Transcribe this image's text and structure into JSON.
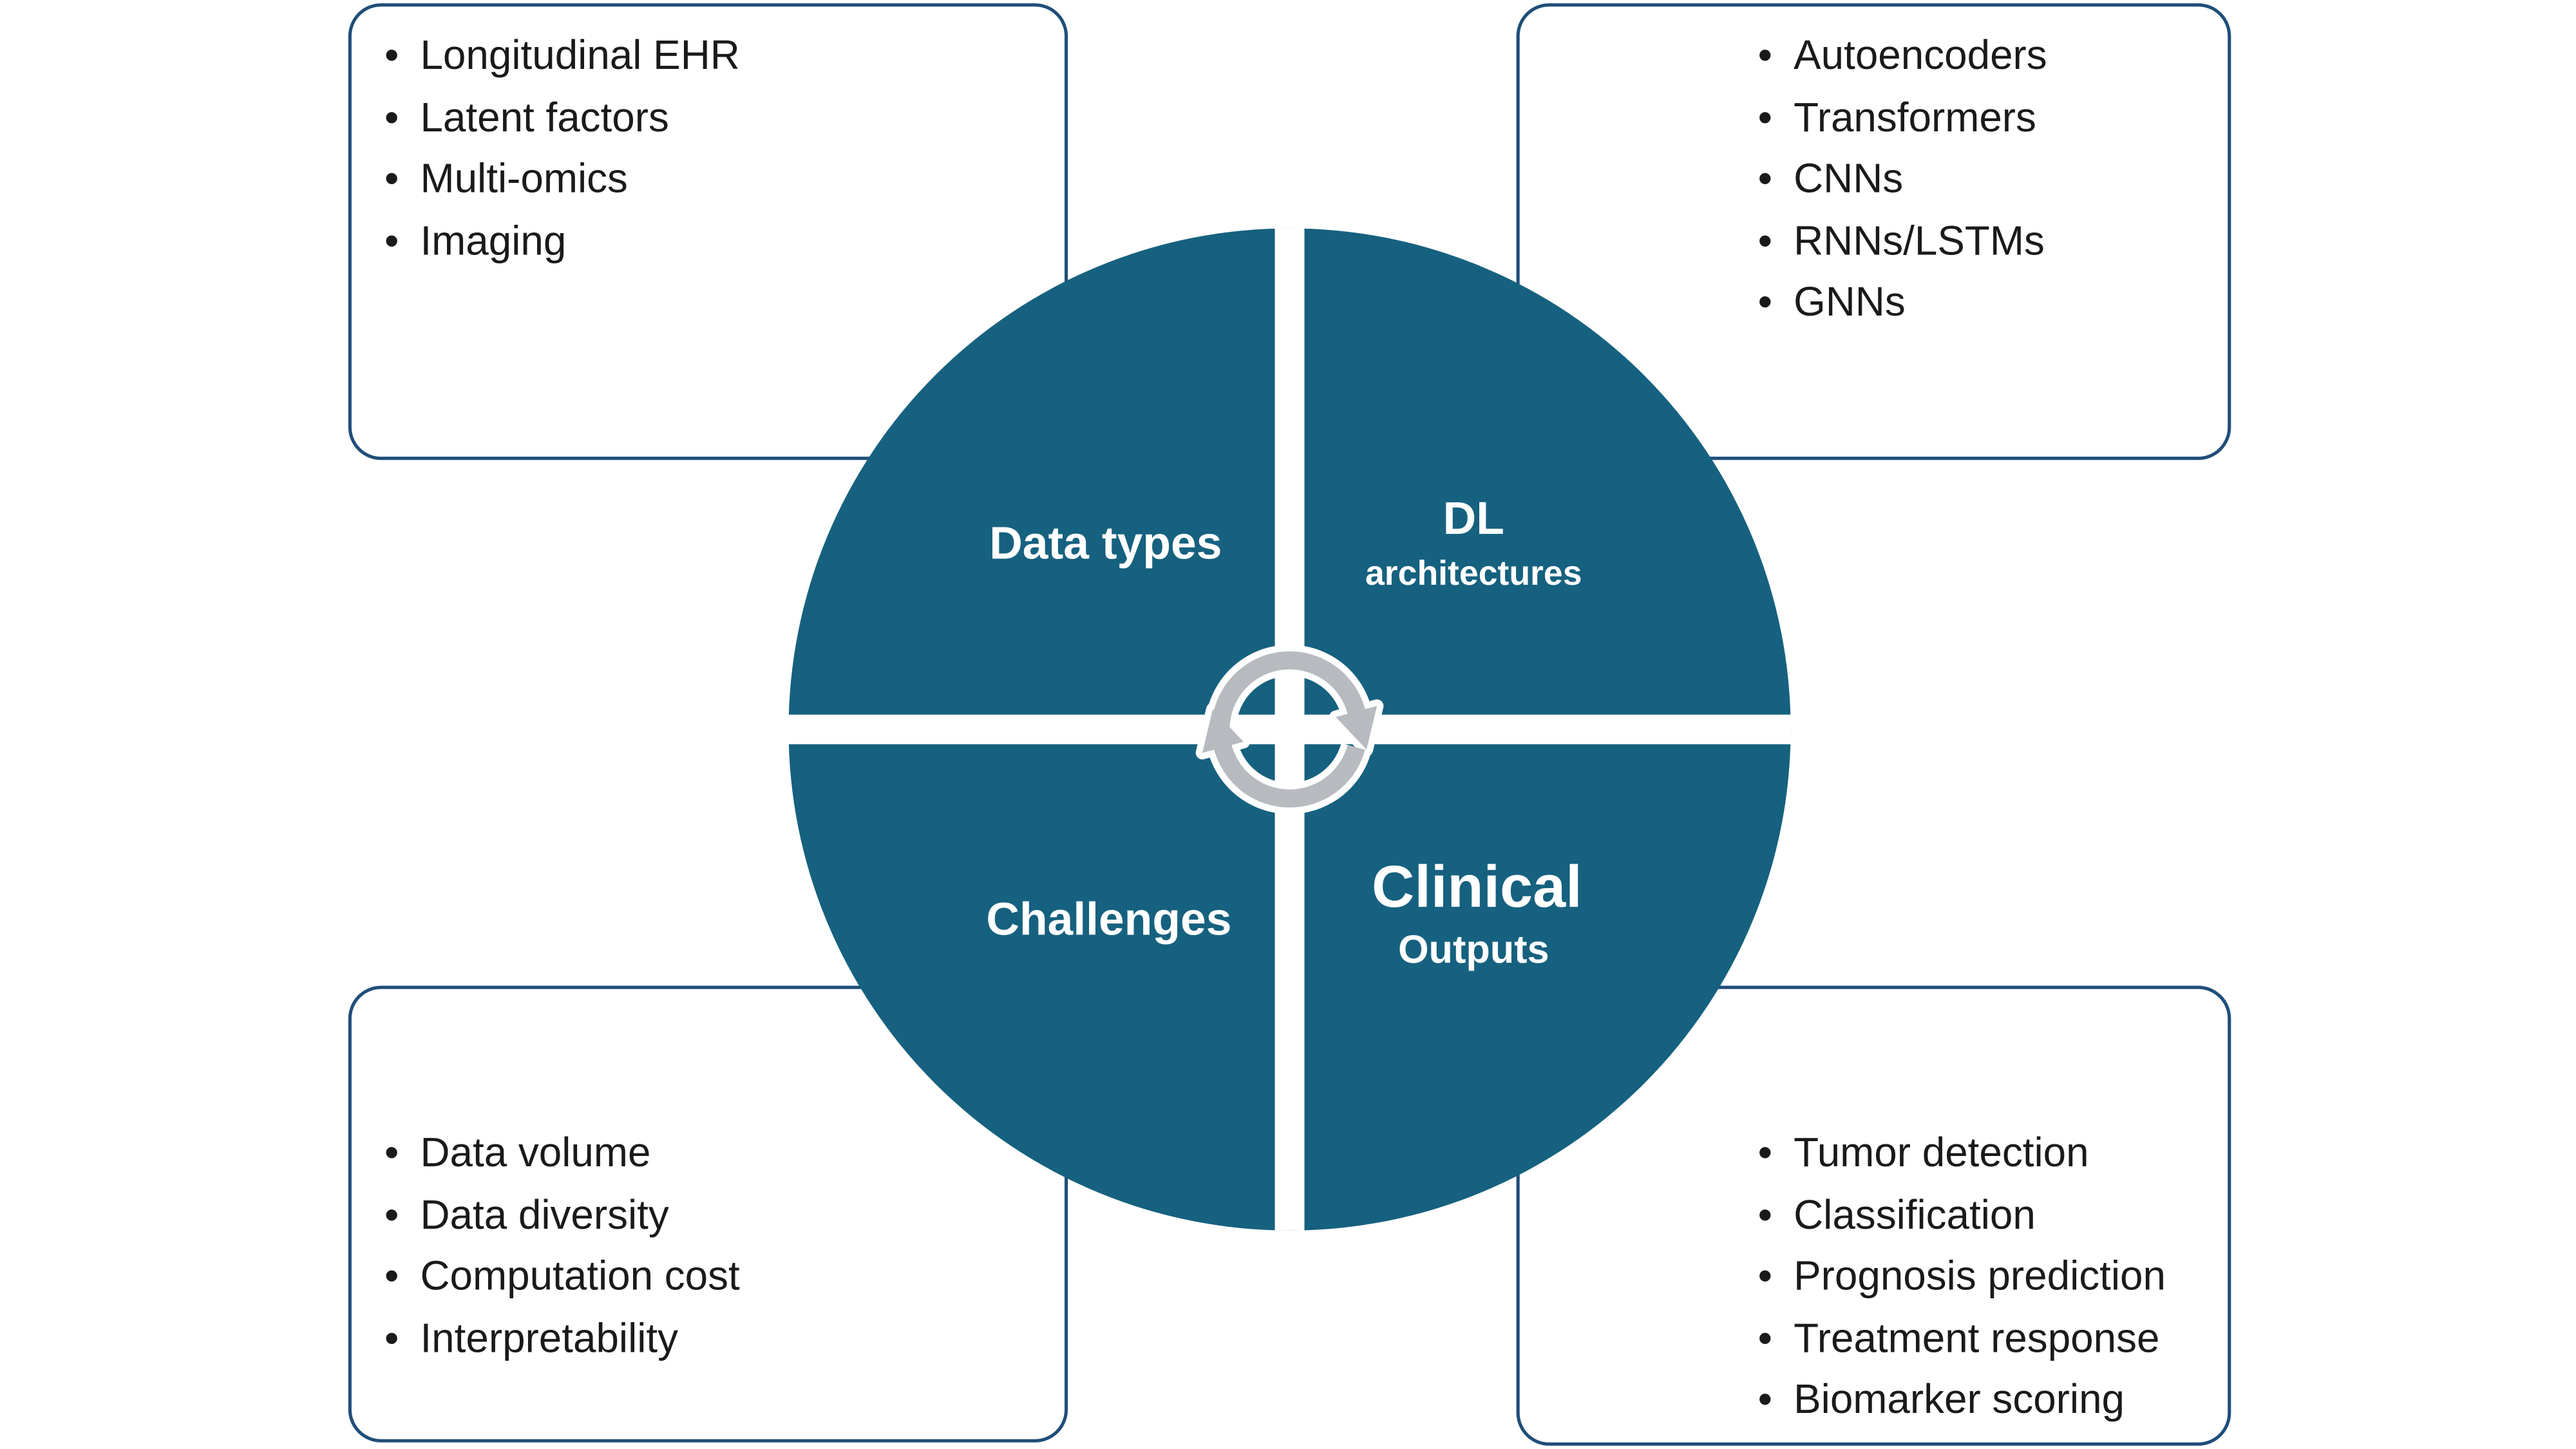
{
  "diagram": {
    "quadrants": {
      "top_left": {
        "label": "Data types"
      },
      "top_right": {
        "label_line1": "DL",
        "label_line2": "architectures"
      },
      "bottom_left": {
        "label": "Challenges"
      },
      "bottom_right": {
        "label_line1": "Clinical",
        "label_line2": "Outputs"
      }
    },
    "boxes": {
      "top_left": {
        "items": [
          "Longitudinal EHR",
          "Latent factors",
          "Multi-omics",
          "Imaging"
        ]
      },
      "top_right": {
        "items": [
          "Autoencoders",
          "Transformers",
          "CNNs",
          "RNNs/LSTMs",
          "GNNs"
        ]
      },
      "bottom_left": {
        "items": [
          "Data volume",
          "Data diversity",
          "Computation cost",
          "Interpretability"
        ]
      },
      "bottom_right": {
        "items": [
          "Tumor detection",
          "Classification",
          "Prognosis prediction",
          "Treatment response",
          "Biomarker scoring"
        ]
      }
    },
    "colors": {
      "circle": "#16617F",
      "box_border": "#1F4E79",
      "arrow": "#B7BBC0",
      "text_dark": "#1A1A1A",
      "text_light": "#FFFFFF"
    }
  }
}
